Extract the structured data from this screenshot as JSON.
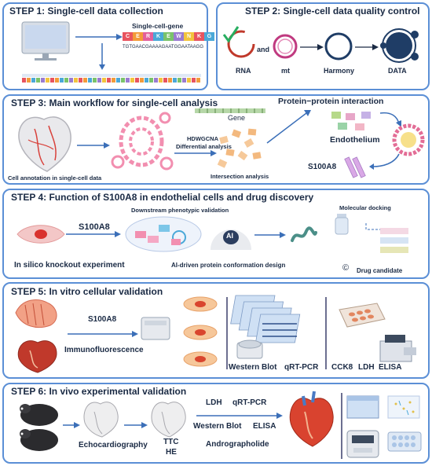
{
  "step1": {
    "title": "STEP 1:  Single-cell data collection",
    "gene_label": "Single-cell-gene",
    "gene_letters": [
      "C",
      "E",
      "R",
      "K",
      "E",
      "W",
      "N",
      "K",
      "G"
    ],
    "sequence": "TGTGAACGAAAAGAATGGAATAAGG"
  },
  "step2": {
    "title": "STEP 2:  Single-cell data quality control",
    "rna": "RNA",
    "and": "and",
    "mt": "mt",
    "harmony": "Harmony",
    "data": "DATA"
  },
  "step3": {
    "title": "STEP 3:  Main workflow for single-cell analysis",
    "ppi": "Protein−protein interaction",
    "gene": "Gene",
    "hdwgcna": "HDWGCNA",
    "diff": "Differential analysis",
    "endothelium": "Endothelium",
    "cell_annotation": "Cell annotation in single-cell data",
    "intersection": "Intersection analysis",
    "s100a8": "S100A8"
  },
  "step4": {
    "title": "STEP 4:   Function of S100A8 in endothelial cells and drug discovery",
    "downstream": "Downstream phenotypic validation",
    "molecular_docking": "Molecular docking",
    "s100a8": "S100A8",
    "ai_badge": "AI",
    "knockout": "In silico knockout experiment",
    "ai_design": "AI-driven protein conformation design",
    "copyright": "©",
    "drug": "Drug candidate"
  },
  "step5": {
    "title": "STEP 5:   In vitro cellular validation",
    "s100a8": "S100A8",
    "immuno": "Immunofluorescence",
    "western": "Western Blot",
    "qrtpcr": "qRT-PCR",
    "cck8": "CCK8",
    "ldh": "LDH",
    "elisa": "ELISA"
  },
  "step6": {
    "title": "STEP 6:   In vivo experimental validation",
    "ldh": "LDH",
    "qrtpcr": "qRT-PCR",
    "echo": "Echocardiography",
    "western": "Western Blot",
    "elisa": "ELISA",
    "ttc": "TTC",
    "he": "HE",
    "andro": "Andrographolide"
  },
  "colors": {
    "border": "#5b8fd6",
    "arrow": "#3b6fb8",
    "pink": "#f28fb0",
    "cell": "#e97a6f",
    "navy": "#1f3d66"
  }
}
